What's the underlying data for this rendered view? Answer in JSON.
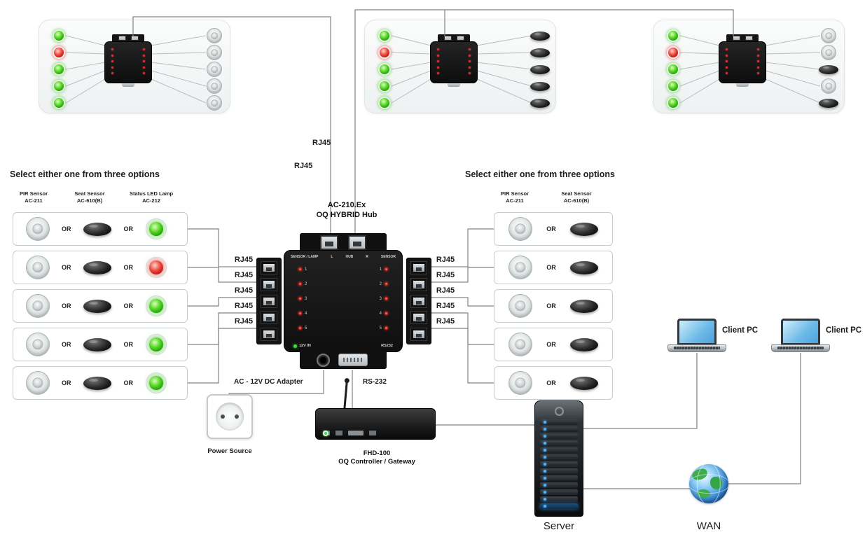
{
  "diagram": {
    "top_cable_labels": [
      "RJ45",
      "RJ45"
    ],
    "top_panels": [
      {
        "leds": [
          "green",
          "red",
          "green",
          "green",
          "green"
        ],
        "sensors": [
          "pir",
          "pir",
          "pir",
          "pir",
          "pir"
        ]
      },
      {
        "leds": [
          "green",
          "red",
          "green",
          "green",
          "green"
        ],
        "sensors": [
          "seat",
          "seat",
          "seat",
          "seat",
          "seat"
        ]
      },
      {
        "leds": [
          "green",
          "red",
          "green",
          "green",
          "green"
        ],
        "sensors": [
          "pir",
          "pir",
          "seat",
          "pir",
          "seat"
        ]
      }
    ],
    "left_options": {
      "title": "Select either one from three options",
      "columns": [
        [
          "PIR Sensor",
          "AC-211"
        ],
        [
          "Seat Sensor",
          "AC-610(B)"
        ],
        [
          "Status LED Lamp",
          "AC-212"
        ]
      ],
      "or_label": "OR",
      "cable_label": "RJ45",
      "rows": [
        {
          "lamp": "green"
        },
        {
          "lamp": "red"
        },
        {
          "lamp": "green"
        },
        {
          "lamp": "green"
        },
        {
          "lamp": "green"
        }
      ]
    },
    "right_options": {
      "title": "Select either one from three options",
      "columns": [
        [
          "PIR Sensor",
          "AC-211"
        ],
        [
          "Seat Sensor",
          "AC-610(B)"
        ]
      ],
      "or_label": "OR",
      "cable_label": "RJ45",
      "row_count": 5
    },
    "hub": {
      "model": "AC-210.Ex",
      "name": "OQ HYBRID Hub",
      "header": [
        "SENSOR / LAMP",
        "L",
        "HUB",
        "R",
        "SENSOR"
      ],
      "channels": [
        "1",
        "2",
        "3",
        "4",
        "5"
      ],
      "power_label": "12V IN",
      "rs232_label": "RS232"
    },
    "power": {
      "adapter_label": "AC - 12V DC Adapter",
      "source_label": "Power Source"
    },
    "gateway": {
      "cable_label": "RS-232",
      "model": "FHD-100",
      "name": "OQ Controller / Gateway"
    },
    "server": {
      "label": "Server"
    },
    "wan": {
      "label": "WAN"
    },
    "clients": [
      {
        "label": "Client PC"
      },
      {
        "label": "Client PC"
      }
    ]
  }
}
